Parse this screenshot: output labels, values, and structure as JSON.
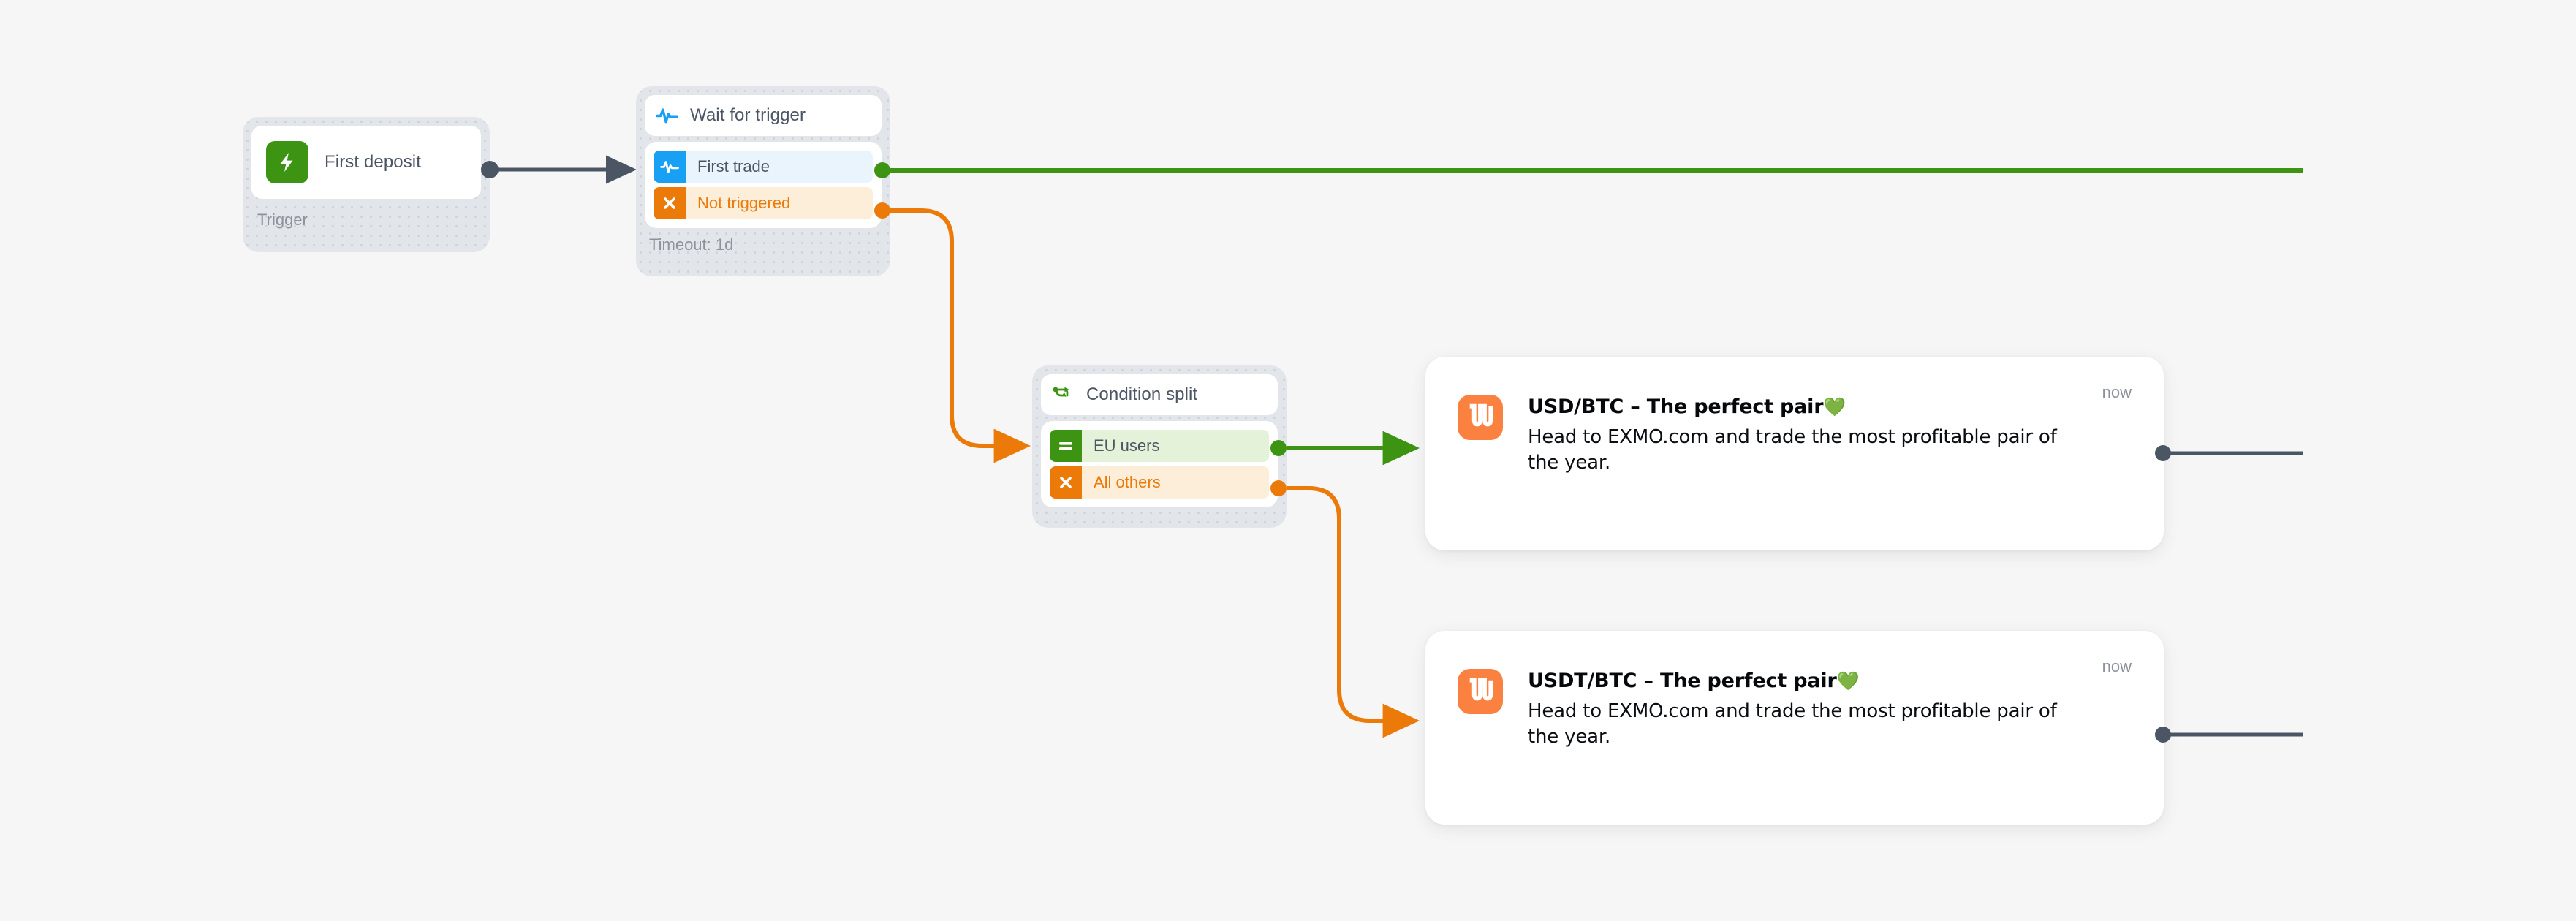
{
  "canvas": {
    "background_color": "#f6f6f6",
    "title": "Automation flow canvas"
  },
  "colors": {
    "green": "#3d9412",
    "orange": "#ec7a08",
    "blue": "#18a0f5",
    "slate": "#4b5563",
    "brand_orange": "#fb8140",
    "shell_grey": "#e2e5e9",
    "muted_text": "#8b929b"
  },
  "nodes": {
    "trigger": {
      "icon": "lightning-bolt-icon",
      "title": "First deposit",
      "footer": "Trigger"
    },
    "wait": {
      "header_icon": "pulse-wave-icon",
      "title": "Wait for trigger",
      "footer": "Timeout: 1d",
      "branches": [
        {
          "icon": "pulse-wave-icon",
          "label": "First trade",
          "style": "blue"
        },
        {
          "icon": "close-x-icon",
          "label": "Not triggered",
          "style": "orange"
        }
      ]
    },
    "split": {
      "header_icon": "branch-split-icon",
      "title": "Condition split",
      "branches": [
        {
          "icon": "equals-icon",
          "label": "EU users",
          "style": "green"
        },
        {
          "icon": "close-x-icon",
          "label": "All others",
          "style": "orange"
        }
      ]
    }
  },
  "messages": [
    {
      "logo": "exmo-logo-icon",
      "title": "USD/BTC – The perfect pair",
      "heart": "💚",
      "body": "Head to EXMO.com and trade the most profitable pair of the year.",
      "time": "now"
    },
    {
      "logo": "exmo-logo-icon",
      "title": "USDT/BTC – The perfect pair",
      "heart": "💚",
      "body": "Head to EXMO.com and trade the most profitable pair of the year.",
      "time": "now"
    }
  ]
}
